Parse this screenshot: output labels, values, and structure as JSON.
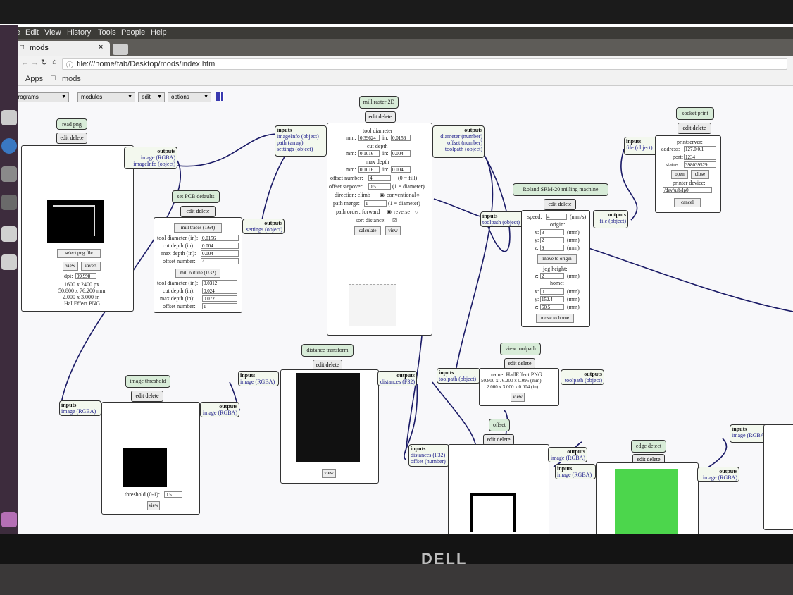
{
  "browser": {
    "menu": [
      "File",
      "Edit",
      "View",
      "History",
      "Tools",
      "People",
      "Help"
    ],
    "tab_title": "mods",
    "url": "file:///home/fab/Desktop/mods/index.html",
    "bookmarks": [
      "Apps",
      "mods"
    ]
  },
  "mods_menu": {
    "programs": "programs",
    "modules": "modules",
    "edit": "edit",
    "options": "options"
  },
  "common": {
    "edit_delete": "edit delete",
    "inputs": "inputs",
    "outputs": "outputs"
  },
  "read_png": {
    "title": "read png",
    "outputs": [
      "image (RGBA)",
      "imageInfo (object)"
    ],
    "select_label": "select png file",
    "view": "view",
    "invert": "invert",
    "dpi_label": "dpi:",
    "dpi": "99.998",
    "info": [
      "1600 x 2400 px",
      "50.800 x 76.200 mm",
      "2.000 x 3.000 in",
      "HallEffect.PNG"
    ]
  },
  "set_pcb": {
    "title": "set PCB defaults",
    "outputs": [
      "settings (object)"
    ],
    "traces_btn": "mill traces (1/64)",
    "outline_btn": "mill outline (1/32)",
    "traces": [
      {
        "label": "tool diameter (in):",
        "value": "0.0156"
      },
      {
        "label": "cut depth (in):",
        "value": "0.004"
      },
      {
        "label": "max depth (in):",
        "value": "0.004"
      },
      {
        "label": "offset number:",
        "value": "4"
      }
    ],
    "outline": [
      {
        "label": "tool diameter (in):",
        "value": "0.0312"
      },
      {
        "label": "cut depth (in):",
        "value": "0.024"
      },
      {
        "label": "max depth (in):",
        "value": "0.072"
      },
      {
        "label": "offset number:",
        "value": "1"
      }
    ]
  },
  "mill_raster": {
    "title": "mill raster 2D",
    "inputs": [
      "imageInfo (object)",
      "path (array)",
      "settings (object)"
    ],
    "outputs": [
      "diameter (number)",
      "offset (number)",
      "toolpath (object)"
    ],
    "tool_diameter": "tool diameter",
    "td_mm": "0.39624",
    "td_in": "0.0156",
    "cut_depth": "cut depth",
    "cd_mm": "0.1016",
    "cd_in": "0.004",
    "max_depth": "max depth",
    "md_mm": "0.1016",
    "md_in": "0.004",
    "mm": "mm:",
    "in": "in:",
    "offset_number_label": "offset number:",
    "offset_number": "4",
    "offset_hint": "(0 = fill)",
    "stepover_label": "offset stepover:",
    "stepover": "0.5",
    "stepover_hint": "(1 = diameter)",
    "direction": "direction: climb",
    "conventional": "conventional",
    "merge_label": "path merge:",
    "merge": "1",
    "merge_hint": "(1 = diameter)",
    "order": "path order: forward",
    "reverse": "reverse",
    "sort": "sort distance:",
    "calculate": "calculate",
    "view": "view"
  },
  "roland": {
    "title": "Roland SRM-20 milling machine",
    "inputs": [
      "toolpath (object)"
    ],
    "outputs": [
      "file (object)"
    ],
    "speed_label": "speed:",
    "speed": "4",
    "speed_unit": "(mm/s)",
    "origin": "origin:",
    "ox": "3",
    "oy": "2",
    "oz": "9",
    "unit": "(mm)",
    "move_origin": "move to origin",
    "jog": "jog height:",
    "jz": "2",
    "home": "home:",
    "hx": "0",
    "hy": "152.4",
    "hz": "60.5",
    "move_home": "move to home",
    "x": "x:",
    "y": "y:",
    "z": "z:"
  },
  "socket_print": {
    "title": "socket print",
    "inputs": [
      "file (object)"
    ],
    "server": "printserver:",
    "address_label": "address:",
    "address": "127.0.0.1",
    "port_label": "port:",
    "port": "1234",
    "status_label": "status:",
    "status": "398039529",
    "open": "open",
    "close": "close",
    "device_label": "printer device:",
    "device": "/dev/usb/lp0",
    "cancel": "cancel"
  },
  "image_threshold": {
    "title": "image threshold",
    "inputs": [
      "image (RGBA)"
    ],
    "outputs": [
      "image (RGBA)"
    ],
    "threshold_label": "threshold (0-1):",
    "threshold": "0.5",
    "view": "view"
  },
  "distance_transform": {
    "title": "distance transform",
    "inputs": [
      "image (RGBA)"
    ],
    "outputs": [
      "distances (F32)"
    ],
    "view": "view"
  },
  "view_toolpath": {
    "title": "view toolpath",
    "inputs": [
      "toolpath (object)"
    ],
    "outputs": [
      "toolpath (object)"
    ],
    "name": "name: HallEffect.PNG",
    "dims1": "50.800 x 76.200 x 0.095 (mm)",
    "dims2": "2.000 x 3.000 x 0.004 (in)",
    "view": "view"
  },
  "offset": {
    "title": "offset",
    "inputs": [
      "distances (F32)",
      "offset (number)"
    ],
    "outputs": [
      "image (RGBA)"
    ]
  },
  "edge_detect": {
    "title": "edge detect",
    "inputs": [
      "image (RGBA)"
    ],
    "outputs": [
      "image (RGBA)"
    ]
  },
  "right_module": {
    "inputs": [
      "image (RGBA)"
    ]
  },
  "colors": {
    "title_bg": "#d8ecd8",
    "edge_green": "#4cd64c",
    "wire": "#1a1a66",
    "launcher": "#3d2c3d"
  }
}
